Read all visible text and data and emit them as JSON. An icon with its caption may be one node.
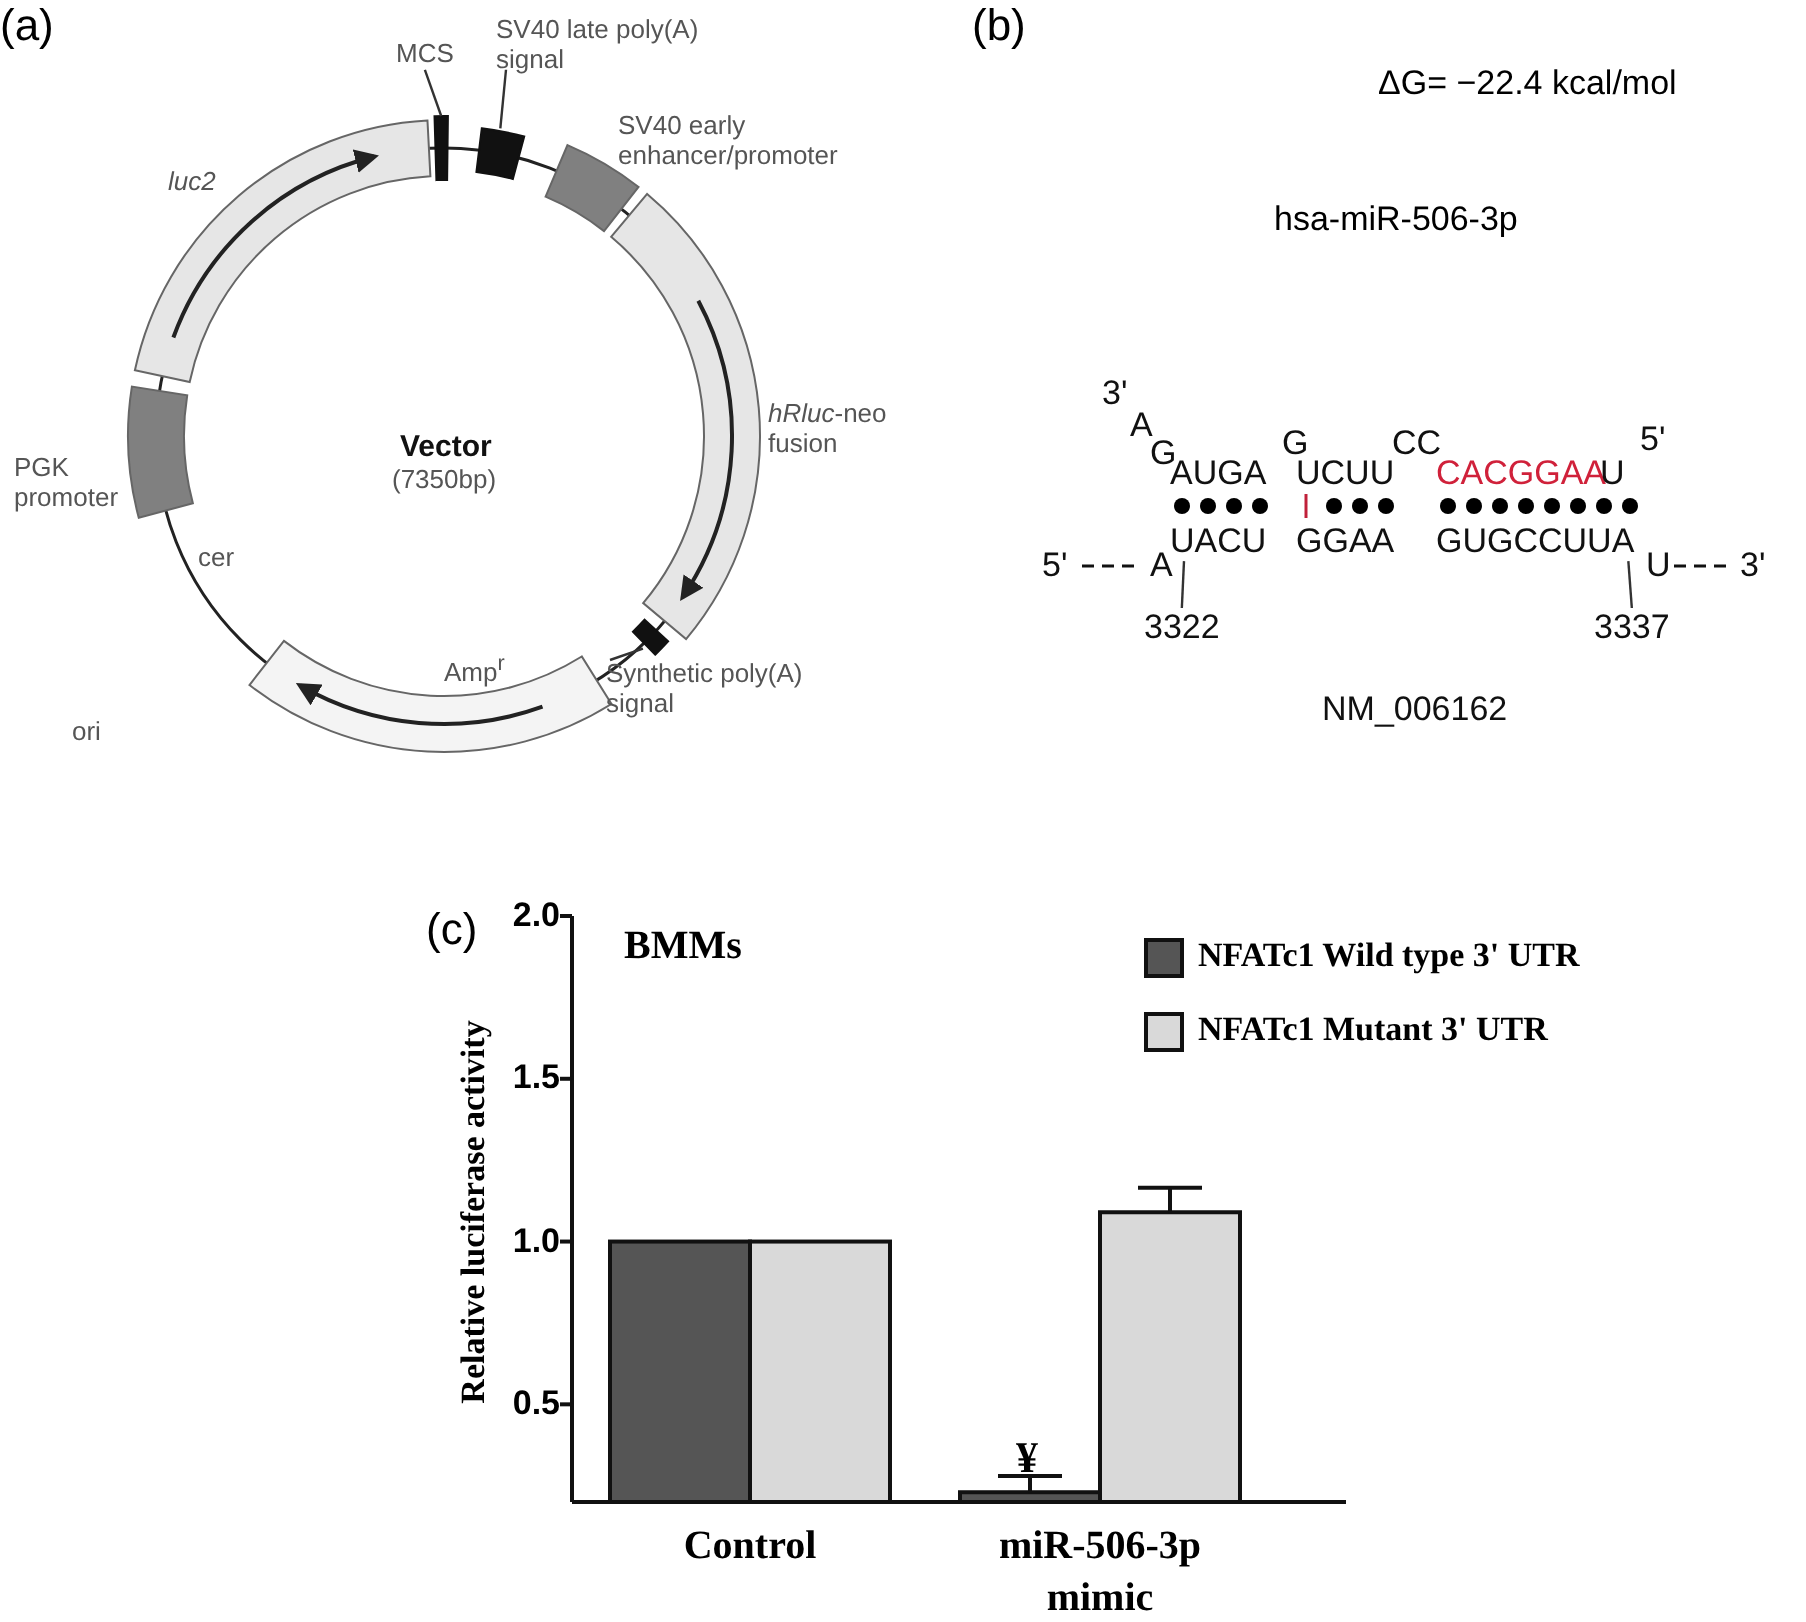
{
  "diagram": {
    "nodes": [
      {
        "text": [
          "MCS"
        ]
      },
      {
        "text": [
          "SV40 late poly(A) signal"
        ]
      },
      {
        "text": [
          "Synthetic poly(A) signal"
        ]
      },
      {
        "text": [
          "3322"
        ]
      },
      {
        "text": [
          "3337"
        ]
      },
      {
        "text": [
          "UACU"
        ]
      },
      {
        "text": [
          "GUGCCUUA"
        ]
      },
      {
        "text": [],
        "shape": "bar"
      },
      {
        "text": [],
        "shape": "box"
      },
      {
        "text": [],
        "shape": "box"
      }
    ],
    "edges": [
      {
        "from": 0,
        "to": 7,
        "arrow": "none"
      },
      {
        "from": 1,
        "to": 8,
        "arrow": "none"
      },
      {
        "from": 2,
        "to": 9,
        "arrow": "none"
      },
      {
        "from": 3,
        "to": 5,
        "arrow": "none"
      },
      {
        "from": 4,
        "to": 6,
        "arrow": "none"
      }
    ],
    "labels": [
      "(a)",
      "(b)",
      "ΔG= −22.4 kcal/mol",
      "SV40 early enhancer/promoter",
      "*hRluc*-neo fusion",
      "luc2",
      "hsa-miR-506-3p",
      "Vector",
      "(7350bp)",
      "PGK promoter",
      "cer",
      "Amp$^{r}$",
      "ori",
      "3'",
      "A",
      "G",
      "AUGA",
      "G",
      "UCUU",
      "CC",
      "CACGGAA",
      "U",
      "5'",
      "GGAA",
      "5'",
      "A",
      "U",
      "3'",
      "NM_006162",
      "(c)"
    ],
    "chart_data": {
      "type": "bar",
      "title": "BMMs",
      "ylabel": "Relative luciferase activity",
      "categories": [
        "Control",
        "miR-506-3p mimic"
      ],
      "series": [
        {
          "name": "NFATc1 Wild type 3' UTR",
          "color": "#555555",
          "values": [
            1.0,
            0.23
          ]
        },
        {
          "name": "NFATc1 Mutant 3' UTR",
          "color": "#d9d9d9",
          "values": [
            1.0,
            1.09
          ]
        }
      ],
      "legend": true,
      "ylim": [
        0.2,
        2.0
      ],
      "yticks": [
        {
          "value": 0.5,
          "label": "0.5"
        },
        {
          "value": 1.0,
          "label": "1.0"
        },
        {
          "value": 1.5,
          "label": "1.5"
        },
        {
          "value": 2.0,
          "label": "2.0"
        }
      ],
      "annotations": [
        {
          "text": "¥",
          "x": "miR-506-3p mimic",
          "y": 0.33
        }
      ]
    }
  }
}
